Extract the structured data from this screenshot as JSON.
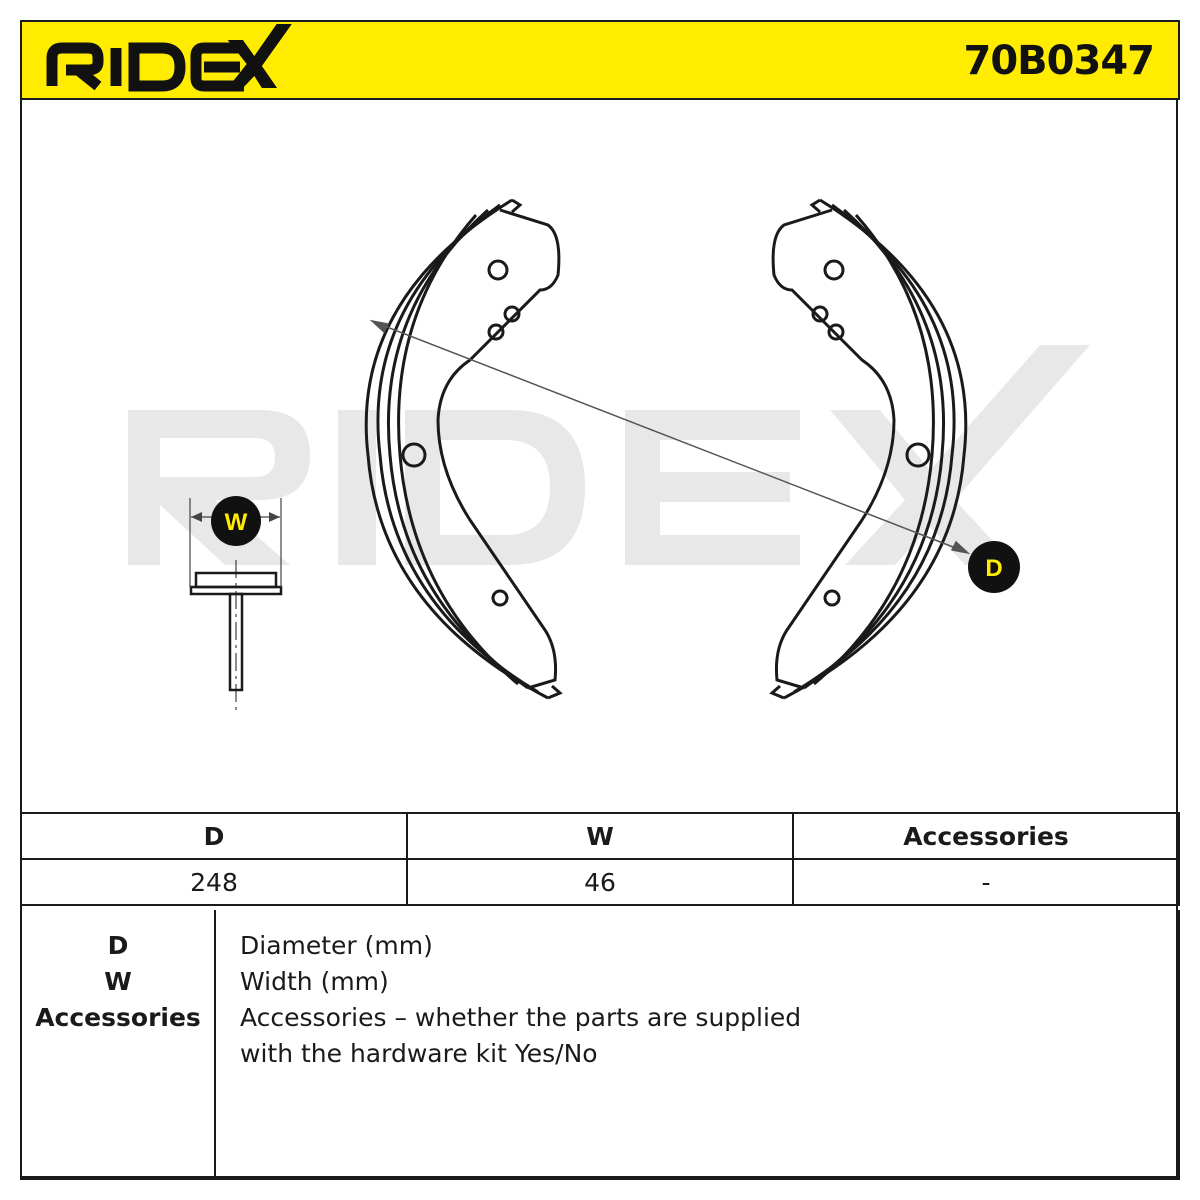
{
  "header": {
    "brand": "RIDEX",
    "part_number": "70B0347",
    "background_color": "#ffec00"
  },
  "drawing": {
    "watermark_text": "RIDEX",
    "width_marker": "W",
    "diameter_marker": "D"
  },
  "specs": {
    "headers": [
      "D",
      "W",
      "Accessories"
    ],
    "values": [
      "248",
      "46",
      "-"
    ]
  },
  "legend": {
    "terms": [
      "D",
      "W",
      "Accessories"
    ],
    "descriptions": [
      "Diameter (mm)",
      "Width (mm)",
      "Accessories – whether the parts are supplied",
      "with the hardware kit Yes/No"
    ]
  }
}
